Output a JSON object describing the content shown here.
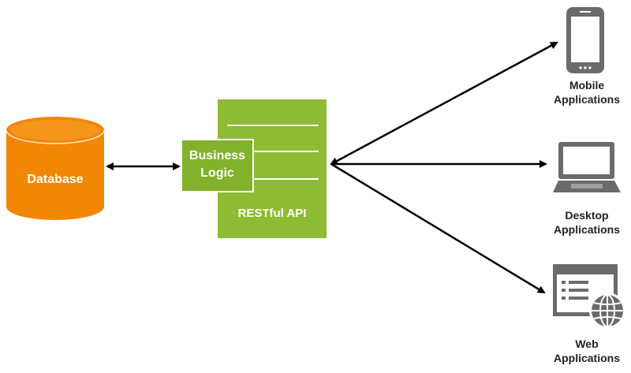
{
  "diagram": {
    "database": {
      "label": "Database",
      "color": "#f28705",
      "top_color": "#f7a130"
    },
    "api": {
      "label": "RESTful API",
      "business_logic_lines": [
        "Business",
        "Logic"
      ],
      "color": "#8dbb33",
      "inner_color": "#82b12b"
    },
    "clients": [
      {
        "icon": "mobile-phone-icon",
        "lines": [
          "Mobile",
          "Applications"
        ]
      },
      {
        "icon": "laptop-icon",
        "lines": [
          "Desktop",
          "Applications"
        ]
      },
      {
        "icon": "web-browser-globe-icon",
        "lines": [
          "Web",
          "Applications"
        ]
      }
    ],
    "arrow_color": "#000000",
    "icon_color": "#6b6b6b"
  }
}
